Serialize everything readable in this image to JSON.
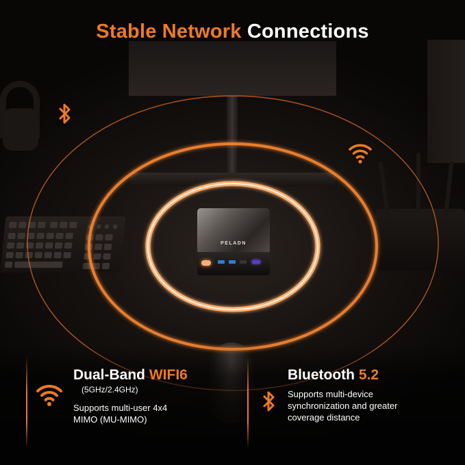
{
  "title": {
    "accent": "Stable Network",
    "white": "Connections"
  },
  "device": {
    "brand": "PELADN"
  },
  "features": [
    {
      "name_white": "Dual-Band",
      "name_accent": "WIFI6",
      "sub": "(5GHz/2.4GHz)",
      "desc_line1": "Supports multi-user 4x4",
      "desc_line2": "MIMO (MU-MIMO)",
      "icon": "wifi-icon"
    },
    {
      "name_white": "Bluetooth",
      "name_accent": "5.2",
      "desc_line1": "Supports multi-device",
      "desc_line2": "synchronization and greater",
      "desc_line3": "coverage distance",
      "icon": "bluetooth-icon"
    }
  ],
  "colors": {
    "accent": "#f07a22",
    "background": "#0b0908",
    "text": "#ffffff"
  }
}
